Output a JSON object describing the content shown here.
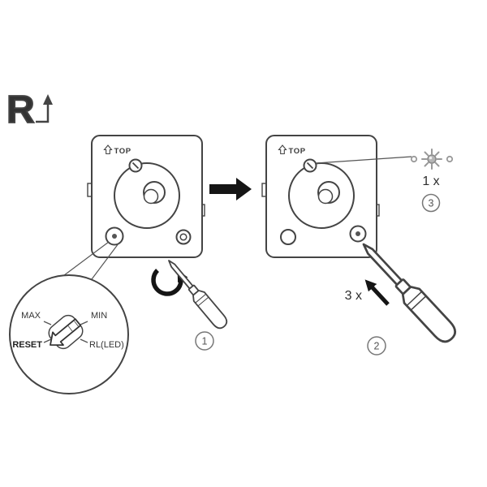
{
  "symbols": {
    "reset_letter": "R"
  },
  "plates": {
    "left": {
      "top_label": "TOP"
    },
    "right": {
      "top_label": "TOP"
    }
  },
  "steps": {
    "one": "1",
    "two": "2",
    "three": "3"
  },
  "counts": {
    "press": "3 x",
    "blink": "1 x"
  },
  "dial": {
    "max": "MAX",
    "min": "MIN",
    "reset": "RESET",
    "rl_led": "RL(LED)"
  },
  "colors": {
    "line": "#444444",
    "arrow_black": "#151515",
    "led_gray": "#999999"
  }
}
